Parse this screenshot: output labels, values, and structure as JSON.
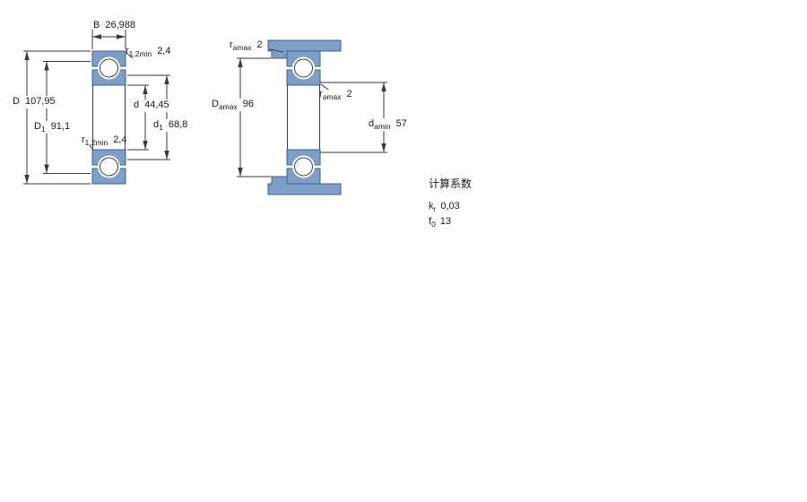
{
  "colors": {
    "bearing_fill": "#7f9ec6",
    "bearing_stroke": "#3f628c",
    "line_color": "#3a3a3a"
  },
  "left_diagram": {
    "labels": {
      "B": {
        "sym": "B",
        "sub": "",
        "val": "26,988"
      },
      "r_top": {
        "sym": "r",
        "sub": "1,2min",
        "val": "2,4"
      },
      "D": {
        "sym": "D",
        "sub": "",
        "val": "107,95"
      },
      "D1": {
        "sym": "D",
        "sub": "1",
        "val": "91,1"
      },
      "r_bottom": {
        "sym": "r",
        "sub": "1,2min",
        "val": "2,4"
      },
      "d": {
        "sym": "d",
        "sub": "",
        "val": "44,45"
      },
      "d1": {
        "sym": "d",
        "sub": "1",
        "val": "68,8"
      }
    }
  },
  "right_diagram": {
    "labels": {
      "r_amax_top": {
        "sym": "r",
        "sub": "amax",
        "val": "2"
      },
      "D_amax": {
        "sym": "D",
        "sub": "amax",
        "val": "96"
      },
      "r_amax_mid": {
        "sym": "r",
        "sub": "amax",
        "val": "2"
      },
      "d_amin": {
        "sym": "d",
        "sub": "amin",
        "val": "57"
      }
    }
  },
  "calculation_factors": {
    "title": "计算系数",
    "rows": [
      {
        "sym": "k",
        "sub": "r",
        "val": "0,03"
      },
      {
        "sym": "f",
        "sub": "0",
        "val": "13"
      }
    ]
  }
}
